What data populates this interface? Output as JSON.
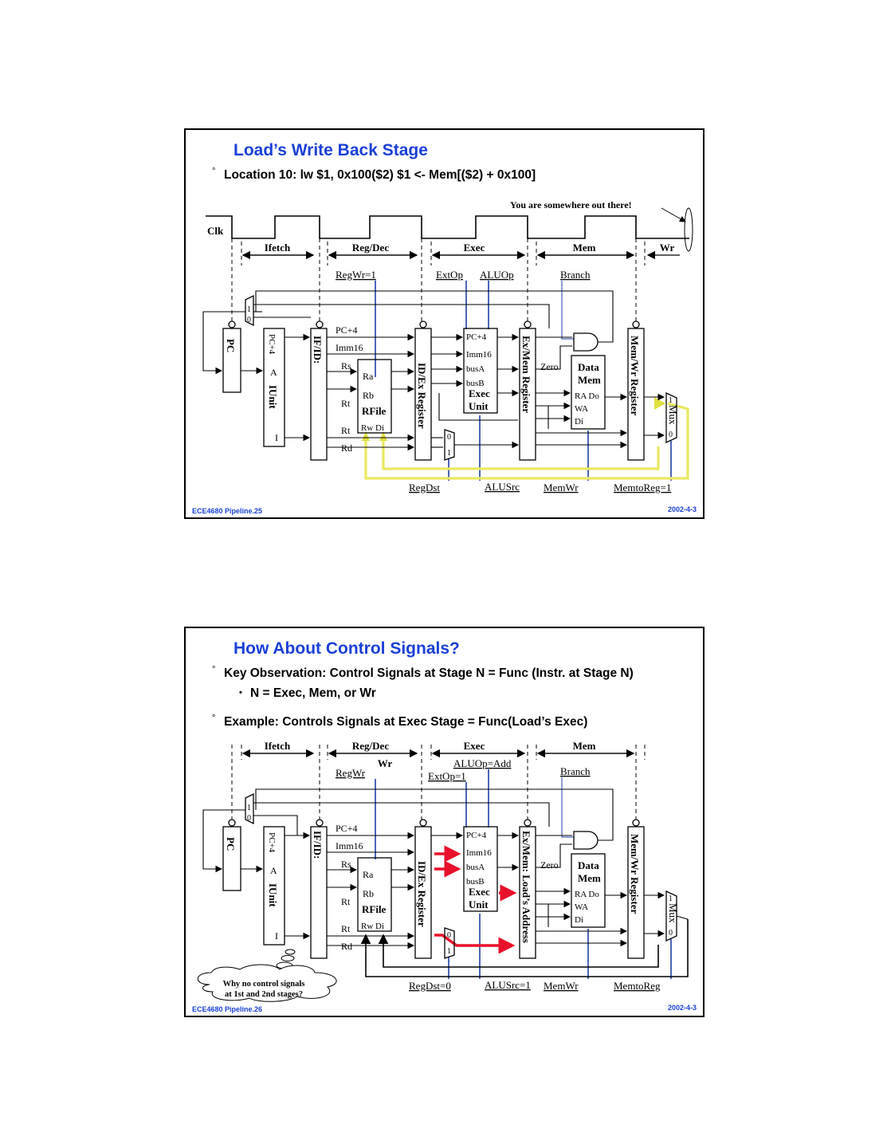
{
  "slide1": {
    "title": "Load’s Write Back Stage",
    "bullet1": "Location 10: lw  $1, 0x100($2)       $1 <-  Mem[($2) +  0x100]",
    "note": "You are somewhere out there!",
    "clk": "Clk",
    "stages": [
      "Ifetch",
      "Reg/Dec",
      "Exec",
      "Mem",
      "Wr"
    ],
    "signals_top": {
      "regwr": "RegWr=1",
      "extop": "ExtOp",
      "aluop": "ALUOp",
      "branch": "Branch"
    },
    "signals_bottom": {
      "regdst": "RegDst",
      "alusrc": "ALUSrc",
      "memwr": "MemWr",
      "memtoreg": "MemtoReg=1"
    },
    "footer_left": "ECE4680  Pipeline.25",
    "footer_right": "2002-4-3"
  },
  "slide2": {
    "title": "How About Control Signals?",
    "bullet1": "Key Observation: Control Signals at Stage N  = Func (Instr. at Stage N)",
    "subbullet": "N  =  Exec, Mem, or Wr",
    "bullet2": "Example: Controls Signals at Exec Stage = Func(Load’s Exec)",
    "stages": [
      "Ifetch",
      "Reg/Dec",
      "Exec",
      "Mem"
    ],
    "wr": "Wr",
    "signals_top": {
      "regwr": "RegWr",
      "aluop": "ALUOp=Add",
      "extop": "ExtOp=1",
      "branch": "Branch"
    },
    "signals_bottom": {
      "regdst": "RegDst=0",
      "alusrc": "ALUSrc=1",
      "memwr": "MemWr",
      "memtoreg": "MemtoReg"
    },
    "cloud_line1": "Why no control signals",
    "cloud_line2": "at 1st and 2nd stages?",
    "exmem_label": "Ex/Mem: Load’s Address",
    "footer_left": "ECE4680  Pipeline.26",
    "footer_right": "2002-4-3"
  },
  "datapath": {
    "pc": "PC",
    "pc4": "PC+4",
    "a": "A",
    "iunit": "IUnit",
    "i": "I",
    "ifid": "IF/ID:",
    "imm16": "Imm16",
    "rs": "Rs",
    "rt": "Rt",
    "rd": "Rd",
    "ra": "Ra",
    "rb": "Rb",
    "rfile": "RFile",
    "rwdi": "Rw  Di",
    "idex": "ID/Ex Register",
    "busa": "busA",
    "busb": "busB",
    "exec": "Exec",
    "unit": "Unit",
    "exmem": "Ex/Mem Register",
    "zero": "Zero",
    "data": "Data",
    "mem": "Mem",
    "rado": "RA  Do",
    "wa": "WA",
    "di": "Di",
    "memwr_reg": "Mem/Wr Register",
    "mux": "Mux",
    "one": "1",
    "zero_digit": "0"
  },
  "colors": {
    "title_blue": "#1a3fd6",
    "control_blue": "#1f3fa8",
    "writeback_yellow": "#eaea5a",
    "highlight_red": "#e8102a"
  }
}
